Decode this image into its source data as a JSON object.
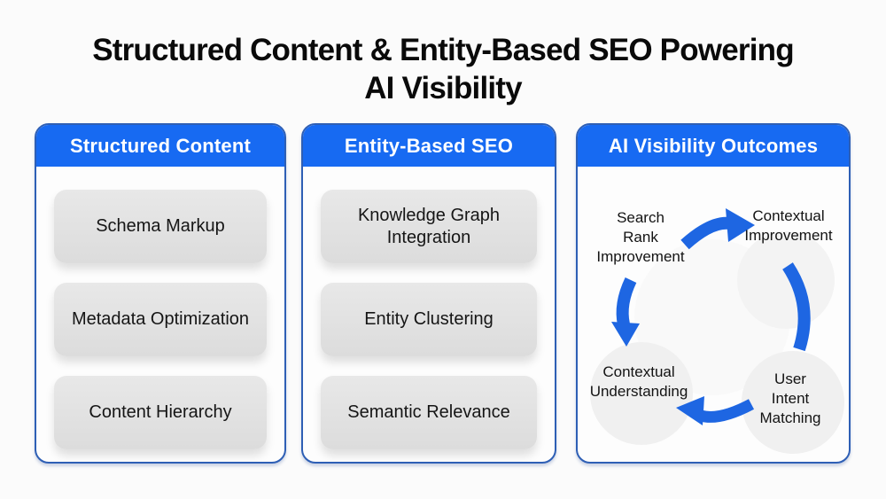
{
  "title": {
    "line1": "Structured Content & Entity-Based SEO Powering",
    "line2": "AI Visibility"
  },
  "colors": {
    "header_blue": "#176af2",
    "panel_border_blue": "#2e5fb5",
    "arrow_blue": "#1e66e2",
    "item_gray": "#e0e0e0",
    "text_dark": "#131313",
    "background": "#fbfbfb"
  },
  "panels": [
    {
      "header": "Structured Content",
      "items": [
        "Schema Markup",
        "Metadata Optimization",
        "Content Hierarchy"
      ]
    },
    {
      "header": "Entity-Based SEO",
      "items": [
        "Knowledge Graph Integration",
        "Entity Clustering",
        "Semantic Relevance"
      ]
    },
    {
      "header": "AI Visibility Outcomes",
      "cycle": {
        "nodes": [
          {
            "label": "Search\nRank\nImprovement"
          },
          {
            "label": "Contextual\nImprovement"
          },
          {
            "label": "User\nIntent\nMatching"
          },
          {
            "label": "Contextual\nUnderstanding"
          }
        ]
      }
    }
  ]
}
